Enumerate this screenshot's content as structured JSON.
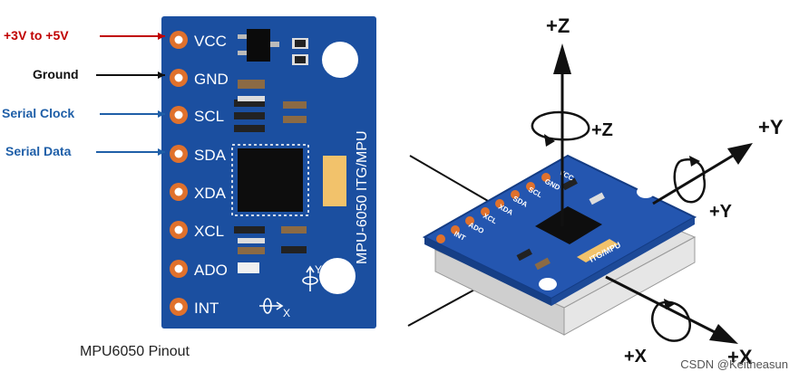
{
  "left_labels": [
    {
      "text": "+3V to +5V",
      "color": "#c00000"
    },
    {
      "text": "Ground",
      "color": "#111111"
    },
    {
      "text": "Serial Clock",
      "color": "#1f5fa8"
    },
    {
      "text": "Serial Data",
      "color": "#1f5fa8"
    }
  ],
  "pins": [
    "VCC",
    "GND",
    "SCL",
    "SDA",
    "XDA",
    "XCL",
    "ADO",
    "INT"
  ],
  "board_text": "MPU-6050 ITG/MPU",
  "axis_small": {
    "y": "Y",
    "x": "X"
  },
  "caption": "MPU6050 Pinout",
  "axes_3d": {
    "z_top": "+Z",
    "z_rot": "+Z",
    "y_rot": "+Y",
    "y_arrow": "+Y",
    "x_rot": "+X",
    "x_arrow": "+X"
  },
  "board3d_pins": [
    "VCC",
    "GND",
    "SCL",
    "SDA",
    "XDA",
    "XCL",
    "ADO",
    "INT"
  ],
  "board3d_text": "ITG/MPU",
  "watermark": "CSDN @Keitheasun",
  "colors": {
    "board": "#1b4fa0",
    "pad": "#e0712c",
    "chip": "#111111",
    "crystal": "#f2c26b"
  }
}
